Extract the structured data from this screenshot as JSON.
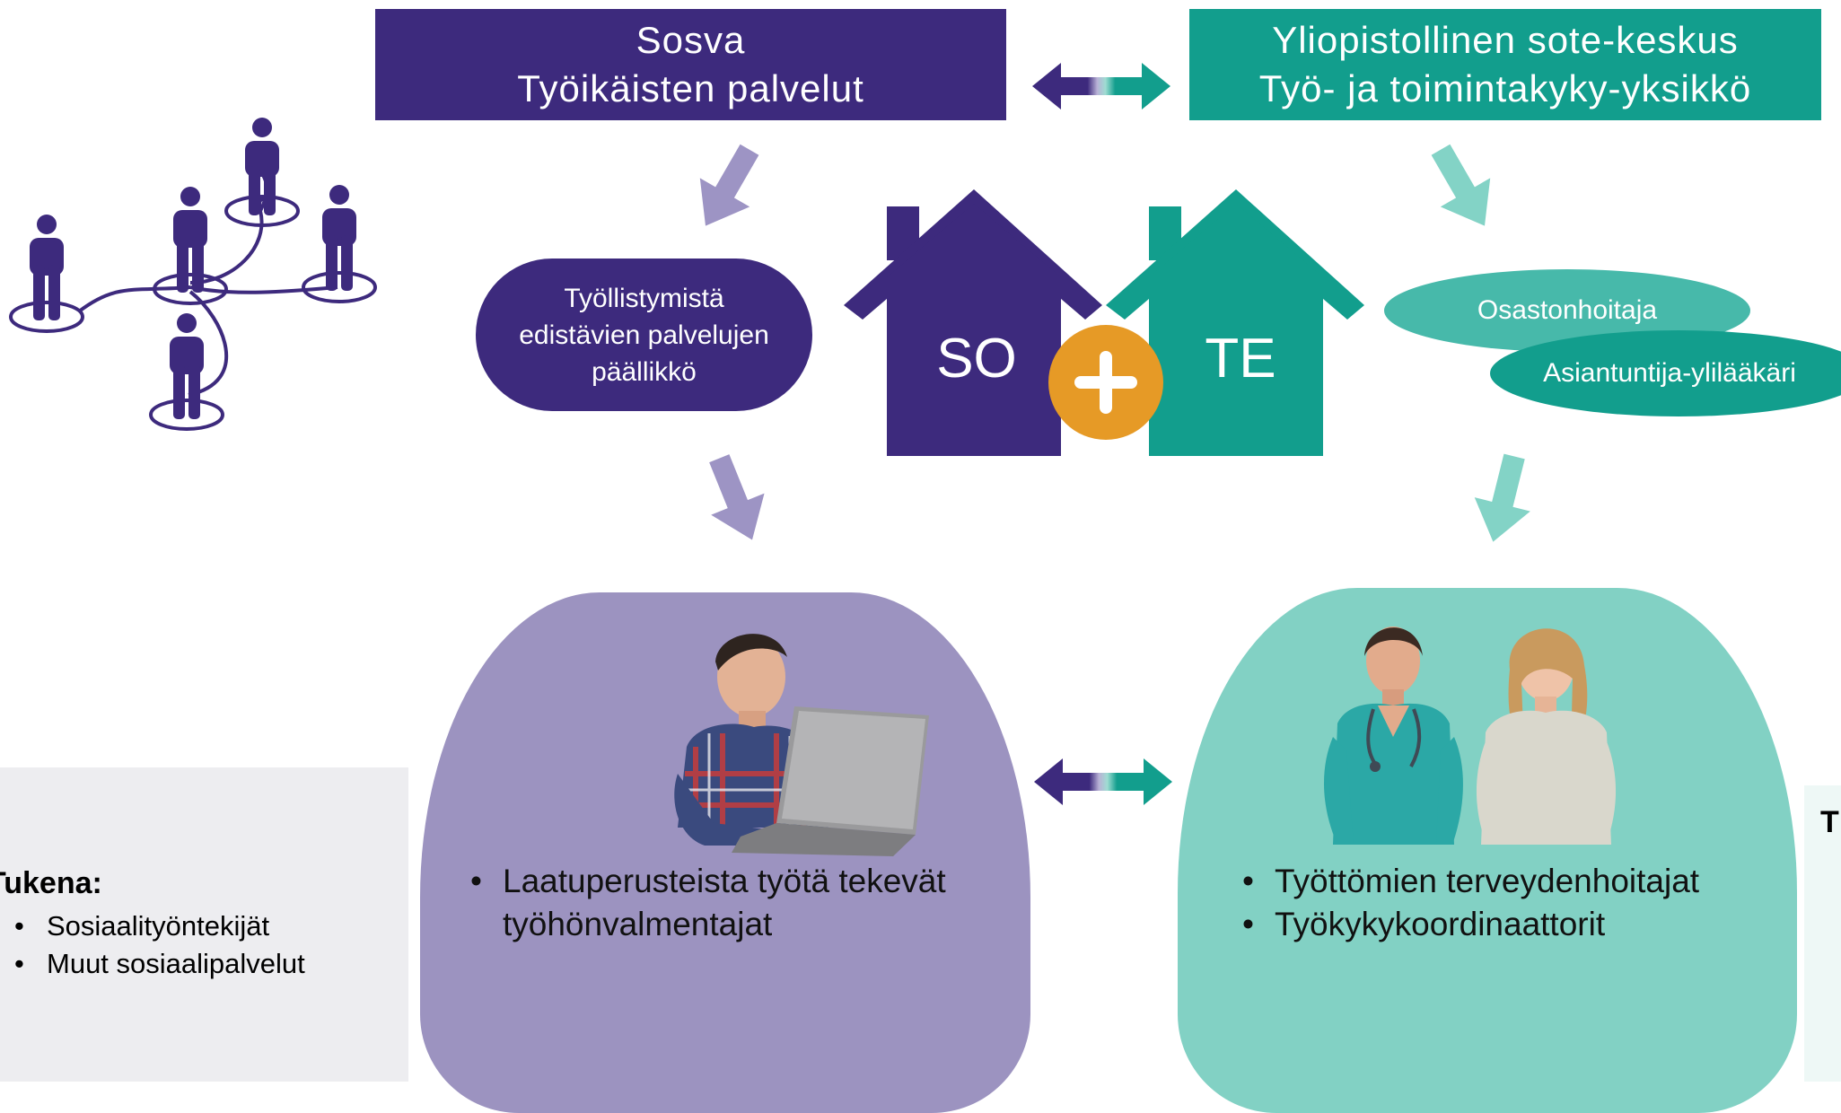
{
  "top_left_box": {
    "line1": "Sosva",
    "line2": "Työikäisten palvelut"
  },
  "top_right_box": {
    "line1": "Yliopistollinen sote-keskus",
    "line2": "Työ- ja toimintakyky-yksikkö"
  },
  "left_role": {
    "line1": "Työllistymistä",
    "line2": "edistävien palvelujen",
    "line3": "päällikkö"
  },
  "right_roles": {
    "role1": "Osastonhoitaja",
    "role2": "Asiantuntija-ylilääkäri"
  },
  "houses": {
    "left_label": "SO",
    "right_label": "TE",
    "plus": "+"
  },
  "left_team": {
    "bullets": [
      "Laatuperusteista työtä tekevät työhönvalmentajat"
    ]
  },
  "right_team": {
    "bullets": [
      "Työttömien terveydenhoitajat",
      "Työkykykoordinaattorit"
    ]
  },
  "support_box": {
    "heading": "Tukena:",
    "items": [
      "Sosiaalityöntekijät",
      "Muut sosiaalipalvelut"
    ]
  },
  "right_cutoff_box": {
    "heading_fragment": "T"
  },
  "colors": {
    "purple": "#3d2a7d",
    "teal": "#129e8d",
    "light_purple": "#9c93c0",
    "light_teal": "#82d1c4",
    "mid_teal": "#47b9aa",
    "orange": "#e69a26",
    "grey_box": "#ededf0",
    "arrow_purple": "#9d94c4",
    "arrow_teal": "#83d3c6"
  },
  "icons": [
    "people-network-icon",
    "double-arrow-icon",
    "down-arrow-icon",
    "plus-icon",
    "student-laptop-photo",
    "nurse-and-woman-photo"
  ]
}
